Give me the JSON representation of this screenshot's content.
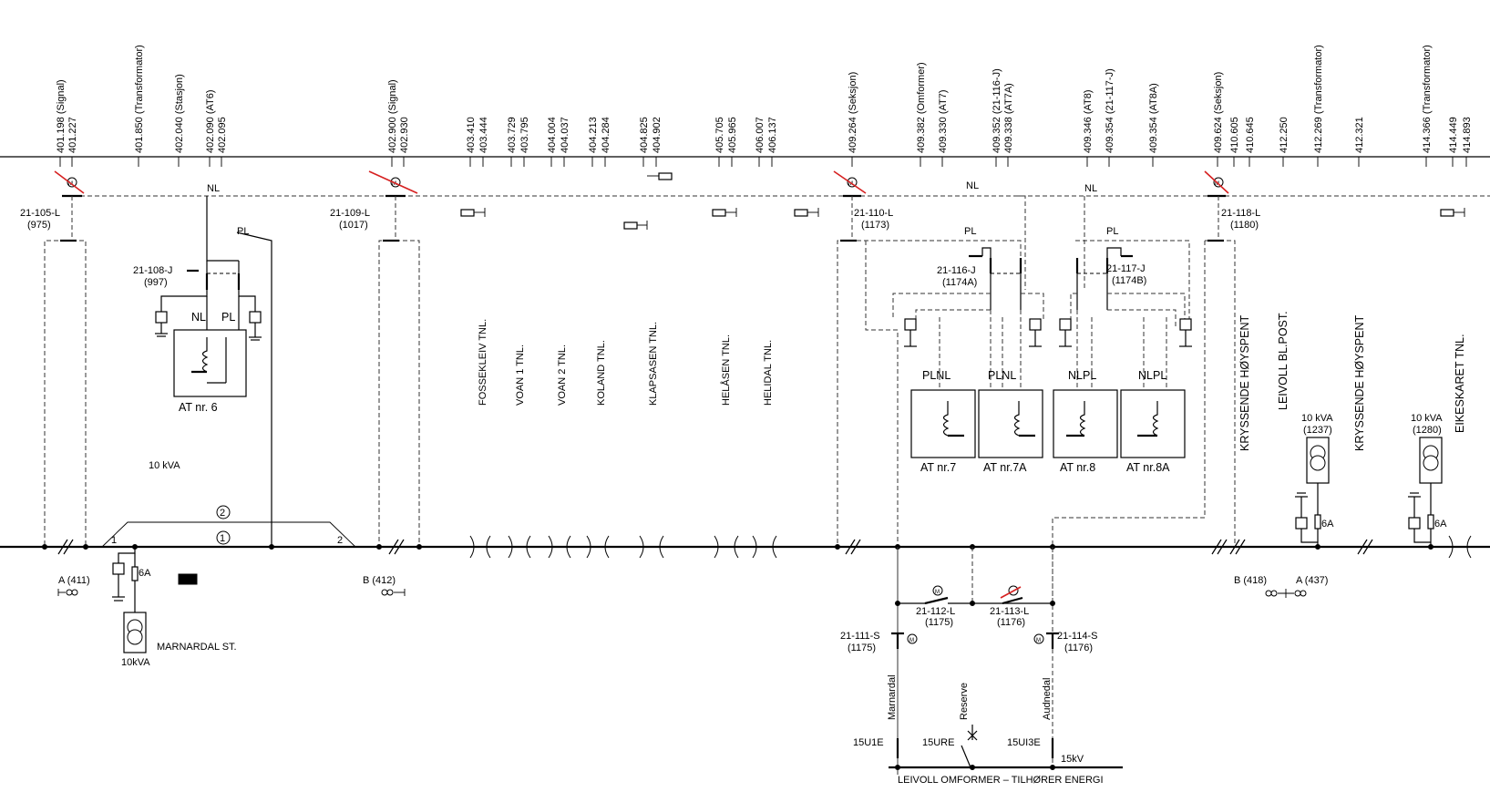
{
  "km_markers": [
    {
      "label": "401.198 (Signal)"
    },
    {
      "label": "401.227"
    },
    {
      "label": "401.850 (Transformator)"
    },
    {
      "label": "402.040 (Stasjon)"
    },
    {
      "label": "402.090 (AT6)"
    },
    {
      "label": "402.095"
    },
    {
      "label": "402.900 (Signal)"
    },
    {
      "label": "402.930"
    },
    {
      "label": "403.410"
    },
    {
      "label": "403.444"
    },
    {
      "label": "403.729"
    },
    {
      "label": "403.795"
    },
    {
      "label": "404.004"
    },
    {
      "label": "404.037"
    },
    {
      "label": "404.213"
    },
    {
      "label": "404.284"
    },
    {
      "label": "404.825"
    },
    {
      "label": "404.902"
    },
    {
      "label": "405.705"
    },
    {
      "label": "405.965"
    },
    {
      "label": "406.007"
    },
    {
      "label": "406.137"
    },
    {
      "label": "409.264 (Seksjon)"
    },
    {
      "label": "409.382 (Omformer)"
    },
    {
      "label": "409.330 (AT7)"
    },
    {
      "label": "409.352 (21-116-J)"
    },
    {
      "label": "409.338 (AT7A)"
    },
    {
      "label": "409.346 (AT8)"
    },
    {
      "label": "409.354 (21-117-J)"
    },
    {
      "label": "409.354 (AT8A)"
    },
    {
      "label": "409.624 (Seksjon)"
    },
    {
      "label": "410.605"
    },
    {
      "label": "410.645"
    },
    {
      "label": "412.250"
    },
    {
      "label": "412.269 (Transformator)"
    },
    {
      "label": "412.321"
    },
    {
      "label": "414.366 (Transformator)"
    },
    {
      "label": "414.449"
    },
    {
      "label": "414.893"
    }
  ],
  "switches": {
    "s105": {
      "id": "21-105-L",
      "num": "(975)"
    },
    "s109": {
      "id": "21-109-L",
      "num": "(1017)"
    },
    "s110": {
      "id": "21-110-L",
      "num": "(1173)"
    },
    "s118": {
      "id": "21-118-L",
      "num": "(1180)"
    },
    "s108": {
      "id": "21-108-J",
      "num": "(997)"
    },
    "s116": {
      "id": "21-116-J",
      "num": "(1174A)"
    },
    "s117": {
      "id": "21-117-J",
      "num": "(1174B)"
    },
    "s112": {
      "id": "21-112-L",
      "num": "(1175)"
    },
    "s113": {
      "id": "21-113-L",
      "num": "(1176)"
    },
    "s111": {
      "id": "21-111-S",
      "num": "(1175)"
    },
    "s114": {
      "id": "21-114-S",
      "num": "(1176)"
    }
  },
  "wire_labels": {
    "nl": "NL",
    "pl": "PL",
    "nlpl": "NLPL",
    "plnl": "PLNL"
  },
  "transformers": {
    "at6": "AT nr. 6",
    "at7": "AT nr.7",
    "at7a": "AT nr.7A",
    "at8": "AT nr.8",
    "at8a": "AT nr.8A"
  },
  "tunnels": [
    "FOSSEKLEIV TNL.",
    "VOAN 1 TNL.",
    "VOAN 2 TNL.",
    "KOLAND TNL.",
    "KLAPSASEN TNL.",
    "HELÅSEN TNL.",
    "HELIDAL TNL."
  ],
  "right_labels": {
    "kryss1": "KRYSSENDE HØYSPENT",
    "leivoll": "LEIVOLL BL.POST.",
    "kryss2": "KRYSSENDE HØYSPENT",
    "eikeskaret": "EIKESKARET TNL."
  },
  "kva": {
    "left": "10 kVA",
    "marnardal_tr": "10kVA",
    "t1237": {
      "rating": "10 kVA",
      "num": "(1237)"
    },
    "t1280": {
      "rating": "10 kVA",
      "num": "(1280)"
    }
  },
  "fuses": {
    "f1": "6A",
    "f2": "6A",
    "f3": "6A"
  },
  "track": {
    "c1": "1",
    "c2": "2",
    "t1": "1",
    "t2": "2"
  },
  "sections": {
    "a411": "A (411)",
    "b412": "B (412)",
    "b418": "B (418)",
    "a437": "A (437)"
  },
  "station": "MARNARDAL ST.",
  "feeder": {
    "marnardal": "Marnardal",
    "reserve": "Reserve",
    "audnedal": "Audnedal",
    "f1": "15U1E",
    "f2": "15URE",
    "f3": "15UI3E",
    "voltage": "15kV",
    "omformer": "LEIVOLL OMFORMER – TILHØRER ENERGI"
  },
  "motor": "M"
}
